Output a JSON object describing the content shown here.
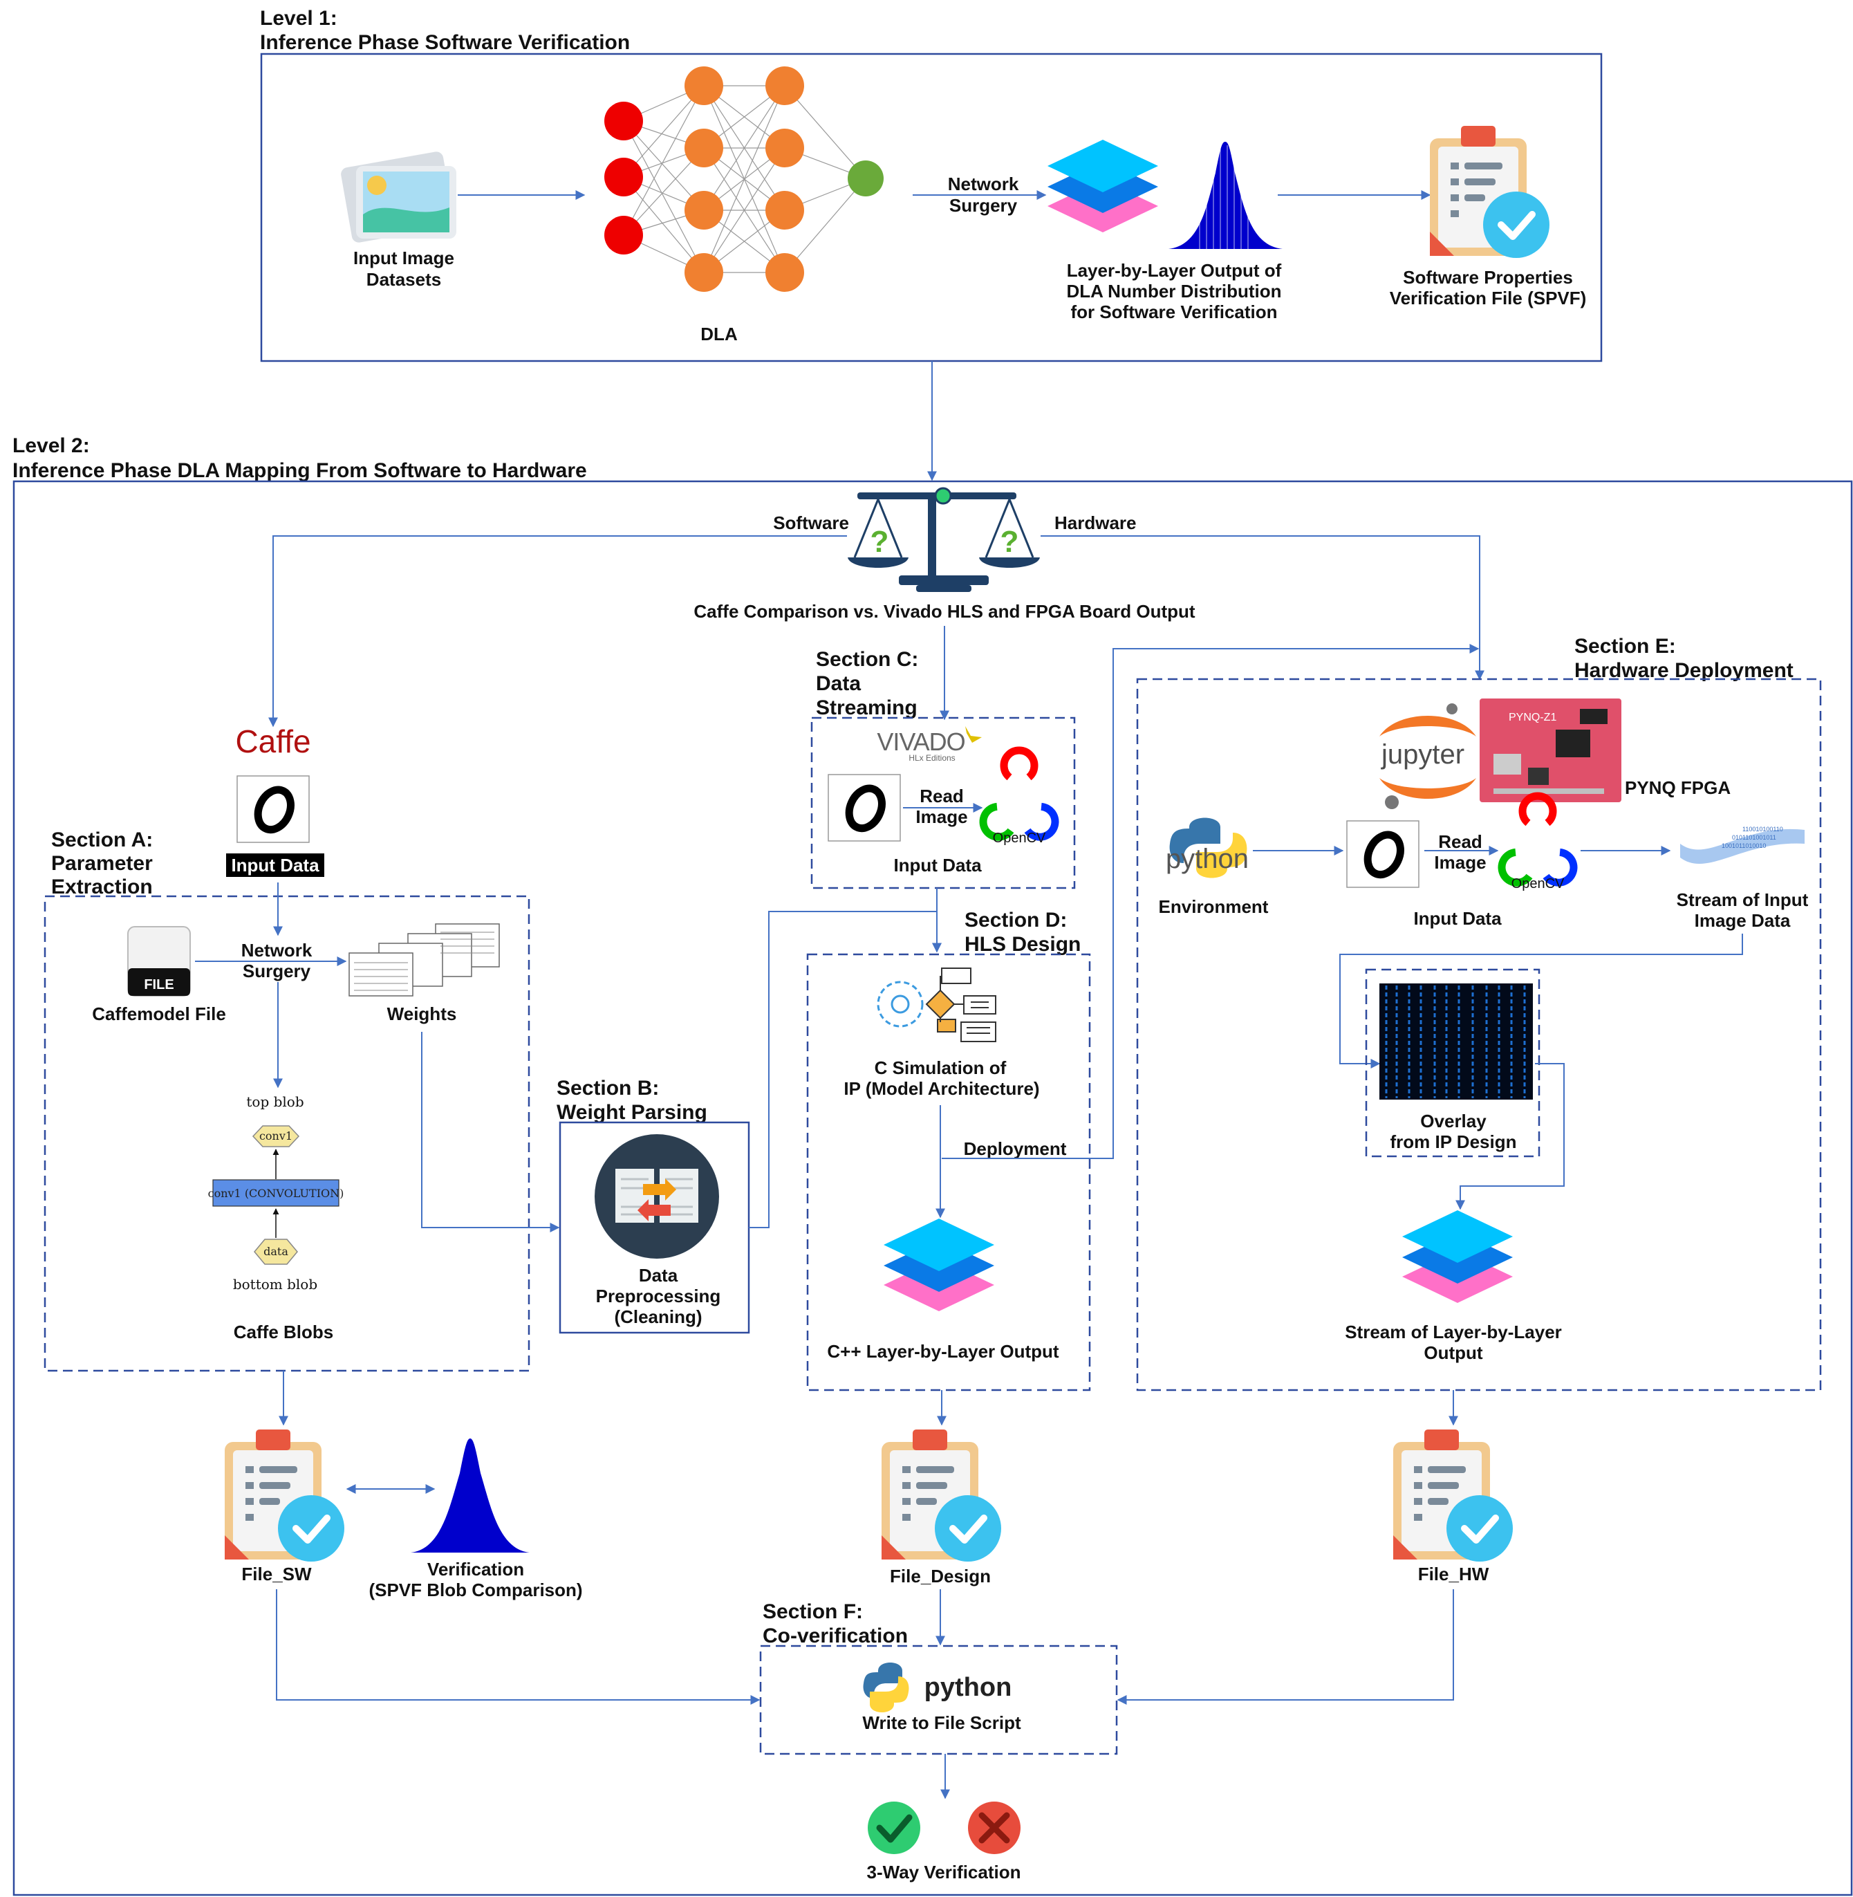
{
  "level1": {
    "title_line1": "Level 1:",
    "title_line2": "Inference Phase Software Verification",
    "input_line1": "Input Image",
    "input_line2": "Datasets",
    "dla": "DLA",
    "surgery_line1": "Network",
    "surgery_line2": "Surgery",
    "dist_line1": "Layer-by-Layer Output of",
    "dist_line2": "DLA Number Distribution",
    "dist_line3": "for Software Verification",
    "spvf_line1": "Software Properties",
    "spvf_line2": "Verification File (SPVF)"
  },
  "level2": {
    "title_line1": "Level 2:",
    "title_line2": "Inference Phase DLA Mapping From Software to Hardware",
    "software": "Software",
    "hardware": "Hardware",
    "comparison": "Caffe Comparison vs. Vivado HLS  and FPGA Board Output",
    "scale_mark": "?"
  },
  "sectionA": {
    "title_line1": "Section A:",
    "title_line2": "Parameter",
    "title_line3": "Extraction",
    "caffe_logo": "Caffe",
    "input_data": "Input Data",
    "file_icon": "FILE",
    "caffemodel": "Caffemodel File",
    "surgery_line1": "Network",
    "surgery_line2": "Surgery",
    "weights": "Weights",
    "top_blob": "top blob",
    "conv1": "conv1",
    "conv1_layer": "conv1 (CONVOLUTION)",
    "data_node": "data",
    "bottom_blob": "bottom blob",
    "caffe_blobs": "Caffe Blobs"
  },
  "sectionB": {
    "title_line1": "Section B:",
    "title_line2": "Weight Parsing",
    "label_line1": "Data",
    "label_line2": "Preprocessing",
    "label_line3": "(Cleaning)"
  },
  "sectionC": {
    "title_line1": "Section C:",
    "title_line2": "Data",
    "title_line3": "Streaming",
    "vivado": "VIVADO",
    "vivado_sub": "HLx Editions",
    "read_line1": "Read",
    "read_line2": "Image",
    "opencv": "OpenCV",
    "input_data": "Input Data"
  },
  "sectionD": {
    "title_line1": "Section D:",
    "title_line2": "HLS Design",
    "csim_line1": "C Simulation of",
    "csim_line2": "IP (Model Architecture)",
    "deployment": "Deployment",
    "cpp_output": "C++ Layer-by-Layer Output"
  },
  "sectionE": {
    "title_line1": "Section E:",
    "title_line2": "Hardware Deployment",
    "jupyter": "jupyter",
    "board_label": "PYNQ-Z1",
    "pynq": "PYNQ FPGA",
    "python_logo": "python",
    "environment": "Environment",
    "read_line1": "Read",
    "read_line2": "Image",
    "opencv": "OpenCV",
    "input_data": "Input Data",
    "stream_line1": "Stream of Input",
    "stream_line2": "Image Data",
    "overlay_line1": "Overlay",
    "overlay_line2": "from IP Design",
    "out_line1": "Stream of Layer-by-Layer",
    "out_line2": "Output"
  },
  "files": {
    "file_sw": "File_SW",
    "file_design": "File_Design",
    "file_hw": "File_HW",
    "verif_line1": "Verification",
    "verif_line2": "(SPVF Blob Comparison)"
  },
  "sectionF": {
    "title_line1": "Section F:",
    "title_line2": "Co-verification",
    "python": "python",
    "script": "Write to File Script",
    "three_way": "3-Way Verification"
  },
  "colors": {
    "border": "#2e4a9e",
    "connector": "#4472c4",
    "node_red": "#ee0000",
    "node_orange": "#f08030",
    "node_green": "#6aaa3a",
    "layer_cyan": "#00c3ff",
    "layer_blue": "#0a7ae6",
    "layer_pink": "#ff70c8",
    "hist_blue": "#0000cc",
    "check_green": "#2ecc71",
    "cross_red": "#e74c3c"
  }
}
